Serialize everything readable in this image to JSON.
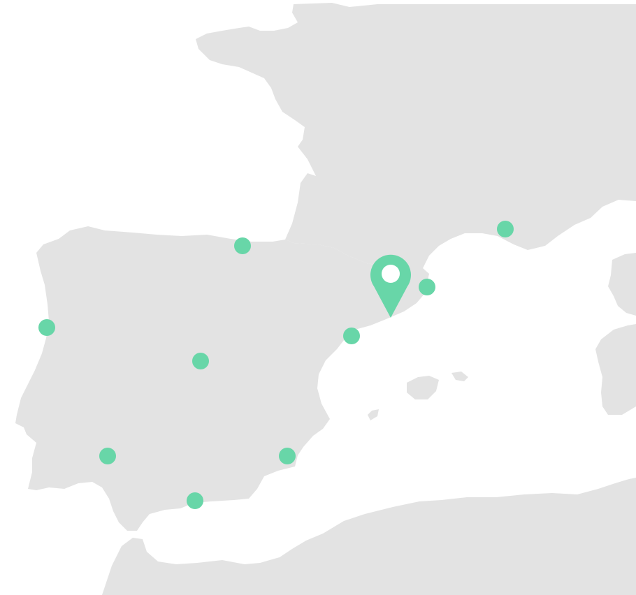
{
  "map": {
    "colors": {
      "land": "#e3e3e3",
      "sea": "#ffffff",
      "marker": "#68d6a8",
      "pin_hole": "#ffffff"
    },
    "markers": [
      {
        "id": "bilbao-area",
        "kind": "dot-icon"
      },
      {
        "id": "porto-area",
        "kind": "dot-icon"
      },
      {
        "id": "madrid-area",
        "kind": "dot-icon"
      },
      {
        "id": "seville-area",
        "kind": "dot-icon"
      },
      {
        "id": "malaga-area",
        "kind": "dot-icon"
      },
      {
        "id": "alicante-area",
        "kind": "dot-icon"
      },
      {
        "id": "valencia-area",
        "kind": "dot-icon"
      },
      {
        "id": "girona-area",
        "kind": "dot-icon"
      },
      {
        "id": "marseille-area",
        "kind": "dot-icon"
      },
      {
        "id": "barcelona",
        "kind": "location-pin-icon",
        "selected": true
      }
    ]
  }
}
